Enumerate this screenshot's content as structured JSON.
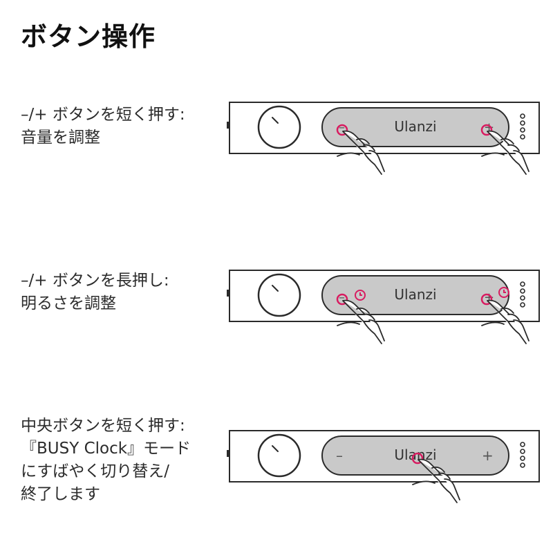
{
  "title": "ボタン操作",
  "colors": {
    "accent": "#d81b60",
    "bar": "#c9c9c9",
    "outline": "#2a2a2a"
  },
  "brand": "Ulanzi",
  "sections": [
    {
      "lines": [
        "–/+ ボタンを短く押す:",
        "音量を調整"
      ]
    },
    {
      "lines": [
        "–/+ ボタンを長押し:",
        "明るさを調整"
      ]
    },
    {
      "lines": [
        "中央ボタンを短く押す:",
        "『BUSY Clock』モード",
        "にすばやく切り替え/",
        "終了します"
      ]
    }
  ],
  "buttons": {
    "minus": "–",
    "plus": "+"
  }
}
